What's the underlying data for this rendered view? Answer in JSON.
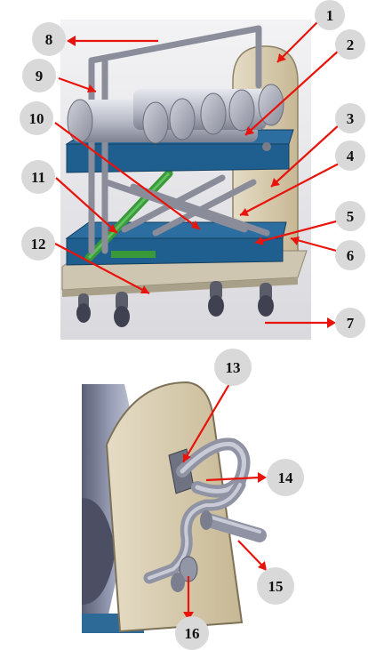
{
  "figure": {
    "callouts": [
      {
        "id": "c1",
        "label": "1"
      },
      {
        "id": "c2",
        "label": "2"
      },
      {
        "id": "c3",
        "label": "3"
      },
      {
        "id": "c4",
        "label": "4"
      },
      {
        "id": "c5",
        "label": "5"
      },
      {
        "id": "c6",
        "label": "6"
      },
      {
        "id": "c7",
        "label": "7"
      },
      {
        "id": "c8",
        "label": "8"
      },
      {
        "id": "c9",
        "label": "9"
      },
      {
        "id": "c10",
        "label": "10"
      },
      {
        "id": "c11",
        "label": "11"
      },
      {
        "id": "c12",
        "label": "12"
      },
      {
        "id": "c13",
        "label": "13"
      },
      {
        "id": "c14",
        "label": "14"
      },
      {
        "id": "c15",
        "label": "15"
      },
      {
        "id": "c16",
        "label": "16"
      }
    ],
    "colors": {
      "callout_fill": "#d9d9d9",
      "arrow": "#e8140c",
      "frame": "#9a9aa8",
      "platform": "#1f5f8f",
      "cylinder": "#b9bcc8",
      "plate": "#d8cbb0",
      "spring": "#3a9a3a"
    }
  }
}
